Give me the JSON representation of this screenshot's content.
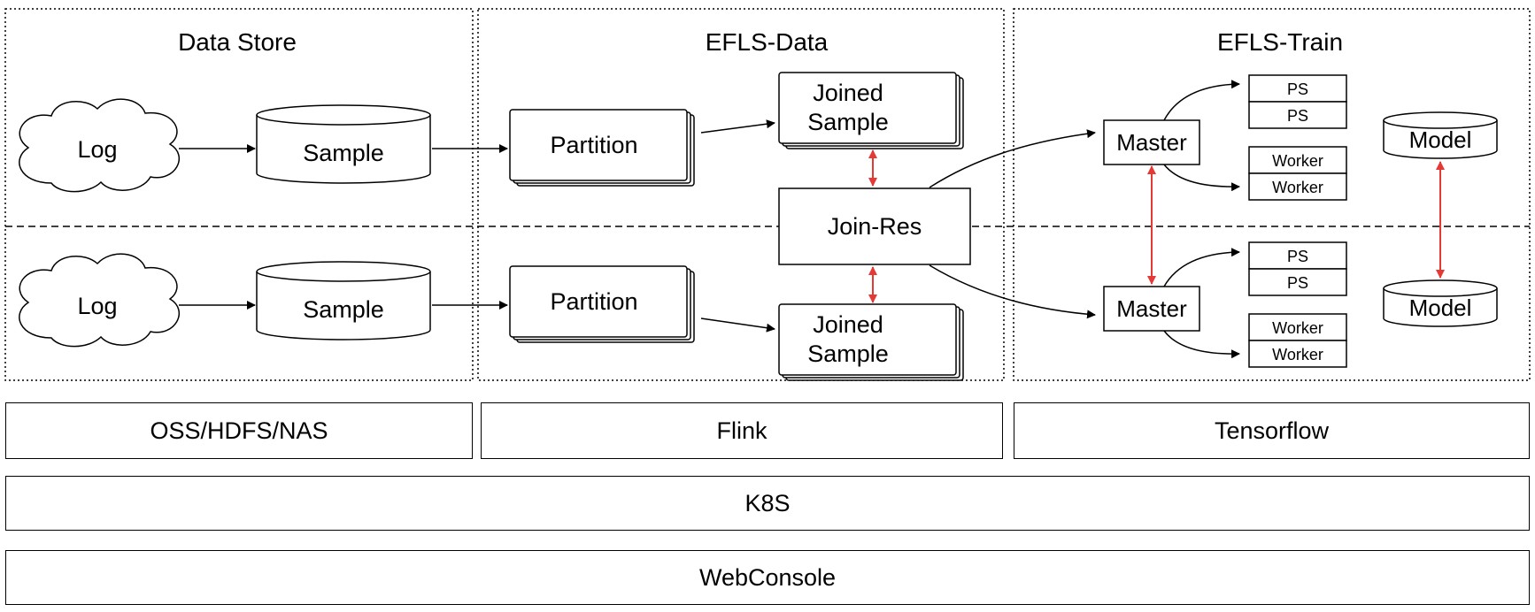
{
  "sections": {
    "data_store": "Data Store",
    "efls_data": "EFLS-Data",
    "efls_train": "EFLS-Train"
  },
  "nodes": {
    "log": "Log",
    "sample": "Sample",
    "partition": "Partition",
    "joined_line1": "Joined",
    "joined_line2": "Sample",
    "join_res": "Join-Res",
    "master": "Master",
    "ps": "PS",
    "worker": "Worker",
    "model": "Model"
  },
  "layers": {
    "storage": "OSS/HDFS/NAS",
    "compute": "Flink",
    "training": "Tensorflow",
    "orchestration": "K8S",
    "console": "WebConsole"
  },
  "colors": {
    "sync_arrow": "#e53935",
    "stroke": "#000000"
  }
}
